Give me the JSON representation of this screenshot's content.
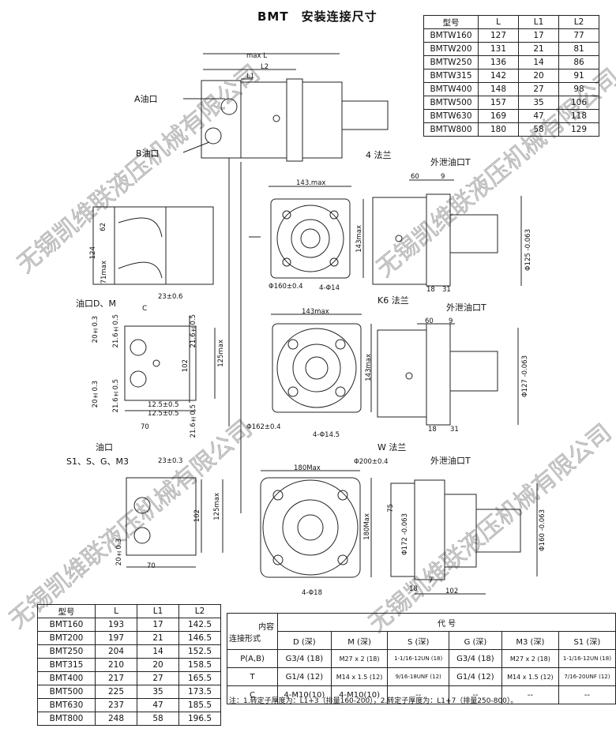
{
  "title": "BMT　安装连接尺寸",
  "table_w": {
    "headers": [
      "型号",
      "L",
      "L1",
      "L2"
    ],
    "rows": [
      [
        "BMTW160",
        "127",
        "17",
        "77"
      ],
      [
        "BMTW200",
        "131",
        "21",
        "81"
      ],
      [
        "BMTW250",
        "136",
        "14",
        "86"
      ],
      [
        "BMTW315",
        "142",
        "20",
        "91"
      ],
      [
        "BMTW400",
        "148",
        "27",
        "98"
      ],
      [
        "BMTW500",
        "157",
        "35",
        "106"
      ],
      [
        "BMTW630",
        "169",
        "47",
        "118"
      ],
      [
        "BMTW800",
        "180",
        "58",
        "129"
      ]
    ]
  },
  "table_std": {
    "headers": [
      "型号",
      "L",
      "L1",
      "L2"
    ],
    "rows": [
      [
        "BMT160",
        "193",
        "17",
        "142.5"
      ],
      [
        "BMT200",
        "197",
        "21",
        "146.5"
      ],
      [
        "BMT250",
        "204",
        "14",
        "152.5"
      ],
      [
        "BMT315",
        "210",
        "20",
        "158.5"
      ],
      [
        "BMT400",
        "217",
        "27",
        "165.5"
      ],
      [
        "BMT500",
        "225",
        "35",
        "173.5"
      ],
      [
        "BMT630",
        "237",
        "47",
        "185.5"
      ],
      [
        "BMT800",
        "248",
        "58",
        "196.5"
      ]
    ]
  },
  "conn_table": {
    "corner_top": "内容",
    "corner_bottom": "连接形式",
    "group_header": "代 号",
    "columns": [
      "D (深)",
      "M (深)",
      "S (深)",
      "G (深)",
      "M3 (深)",
      "S1 (深)"
    ],
    "rows": [
      {
        "name": "P(A,B)",
        "cells": [
          "G3/4 (18)",
          "M27 x 2 (18)",
          "1-1/16-12UN (18)",
          "G3/4 (18)",
          "M27 x 2 (18)",
          "1-1/16-12UN (18)"
        ]
      },
      {
        "name": "T",
        "cells": [
          "G1/4 (12)",
          "M14 x 1.5 (12)",
          "9/16-18UNF (12)",
          "G1/4 (12)",
          "M14 x 1.5 (12)",
          "7/16-20UNF (12)"
        ]
      },
      {
        "name": "C",
        "cells": [
          "4-M10(10)",
          "4-M10(10)",
          "--",
          "--",
          "--",
          "--"
        ]
      }
    ]
  },
  "note": "注：1.转定子厚度为：L1+3（排量160-200），2.转定子厚度为：L1+7（排量250-800）。",
  "labels": {
    "port_a": "A油口",
    "port_b": "B油口",
    "flange_4": "4 法兰",
    "flange_k6": "K6 法兰",
    "flange_w": "W 法兰",
    "drain_1": "外泄油口T",
    "drain_2": "外泄油口T",
    "drain_3": "外泄油口T",
    "port_dm": "油口D、M",
    "port_s": "油口",
    "port_s_list": "S1、S、G、M3",
    "c_mark": "C"
  },
  "dims": {
    "max_l": "max L",
    "l2": "L2",
    "l1": "L1",
    "d143_a": "143.max",
    "d143_a_v": "143max",
    "d160": "Φ160±0.4",
    "d4_14": "4-Φ14",
    "d60_a": "60",
    "d9_a": "9",
    "d125": "Φ125 -0.063",
    "d18_a": "18",
    "d31_a": "31",
    "d62": "62",
    "d124": "124",
    "d71": "71max",
    "d23_a": "23±0.6",
    "d20_a": "20±0.3",
    "d216_a": "21.6±0.5",
    "d216_b": "21.6±0.5",
    "d102_a": "102",
    "d125max_a": "125max",
    "d20_b": "20±0.3",
    "d216_c": "21.6±0.5",
    "d125_a": "12.5±0.5",
    "d125_b": "12.5±0.5",
    "d70_a": "70",
    "d216_d": "21.6±0.5",
    "d143_b": "143max",
    "d143_b_v": "143max",
    "d60_b": "60",
    "d9_b": "9",
    "d127": "Φ127 -0.063",
    "d162": "Φ162±0.4",
    "d4_145": "4-Φ14.5",
    "d18_b": "18",
    "d31_b": "31",
    "d23_b": "23±0.3",
    "d102_b": "102",
    "d125max_b": "125max",
    "d20_c": "20±0.3",
    "d70_b": "70",
    "d180": "180Max",
    "d180_v": "180Max",
    "d200": "Φ200±0.4",
    "d172": "Φ172 -0.063",
    "d160b": "Φ160 -0.063",
    "d75": "75",
    "d7": "7",
    "d18_c": "18",
    "d102_c": "102",
    "d4_18": "4-Φ18"
  },
  "watermark": "无锡凯维联液压机械有限公司"
}
